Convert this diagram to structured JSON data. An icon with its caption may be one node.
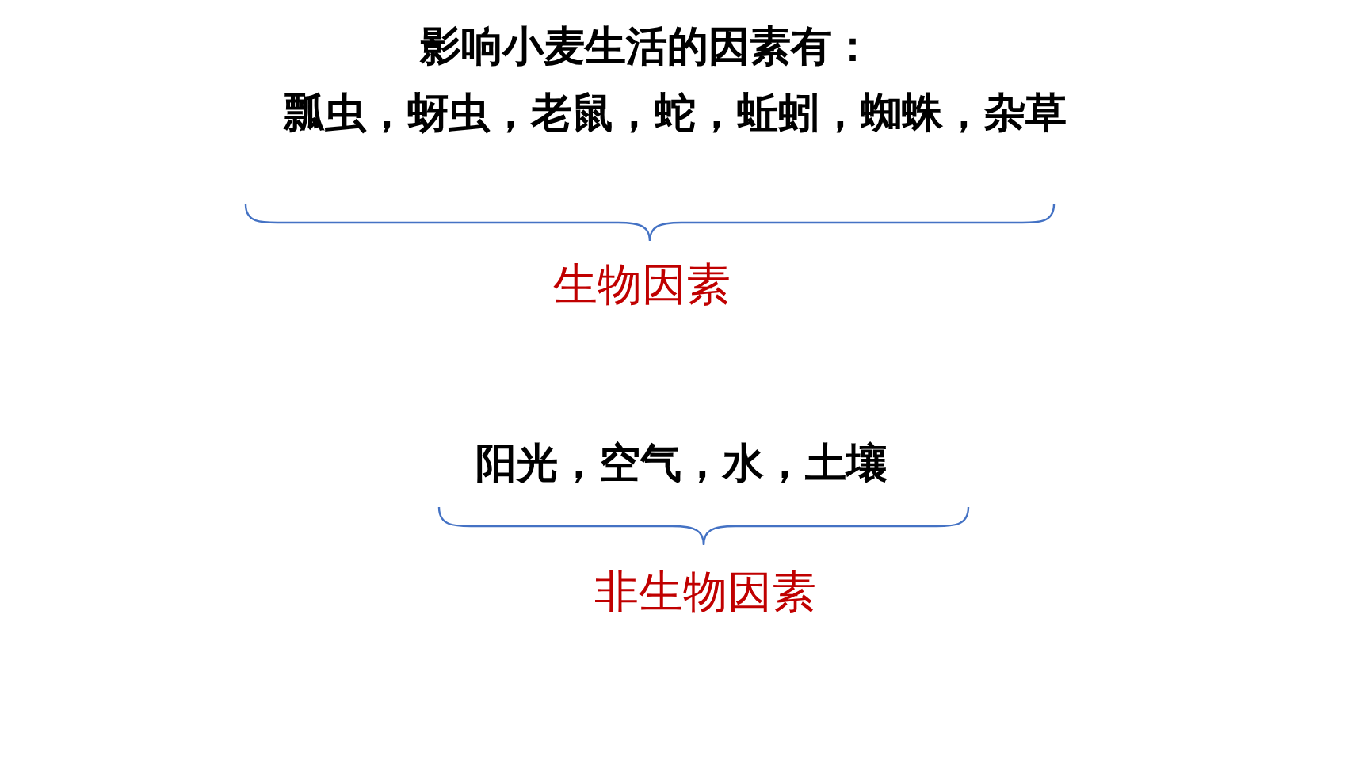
{
  "diagram": {
    "title": "影响小麦生活的因素有：",
    "labels": [
      "瓢虫，蚜虫，老鼠，蛇，蚯蚓，蜘蛛，杂草",
      "生物因素",
      "阳光，空气，水，土壤",
      "非生物因素"
    ]
  }
}
